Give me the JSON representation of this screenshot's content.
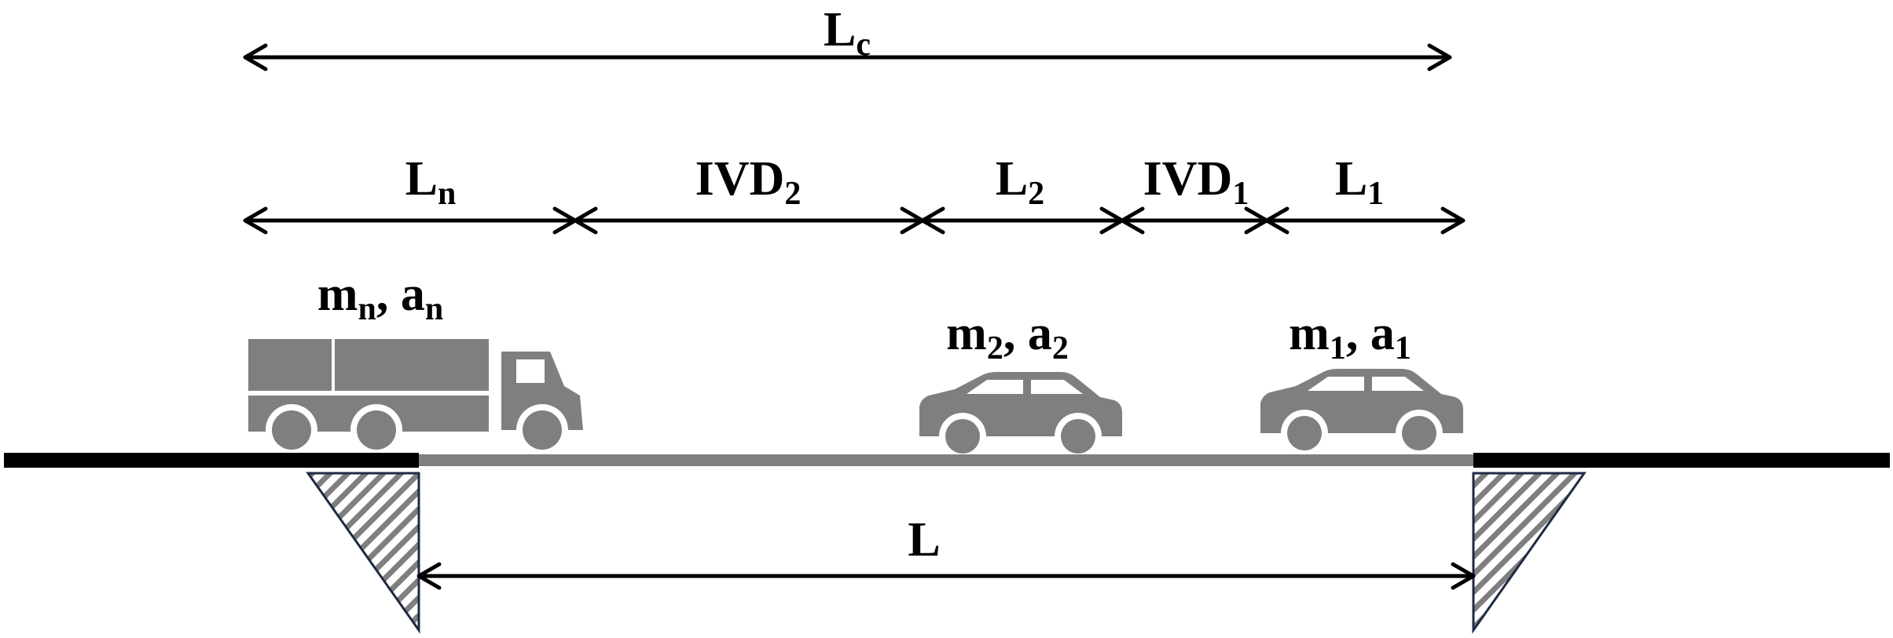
{
  "overall": {
    "main": "L",
    "sub": "c"
  },
  "segments": [
    {
      "main": "L",
      "sub": "n"
    },
    {
      "main": "IVD",
      "sub": "2"
    },
    {
      "main": "L",
      "sub": "2"
    },
    {
      "main": "IVD",
      "sub": "1"
    },
    {
      "main": "L",
      "sub": "1"
    }
  ],
  "vehicles": [
    {
      "kind": "truck",
      "label_m": "m",
      "label_m_sub": "n",
      "label_a": "a",
      "label_a_sub": "n"
    },
    {
      "kind": "car",
      "label_m": "m",
      "label_m_sub": "2",
      "label_a": "a",
      "label_a_sub": "2"
    },
    {
      "kind": "car",
      "label_m": "m",
      "label_m_sub": "1",
      "label_a": "a",
      "label_a_sub": "1"
    }
  ],
  "span": {
    "main": "L"
  },
  "colors": {
    "road": "#000000",
    "bridge_deck": "#7f7f7f",
    "vehicle": "#7f7f7f",
    "abutment_hatch": "#7f7f7f"
  }
}
